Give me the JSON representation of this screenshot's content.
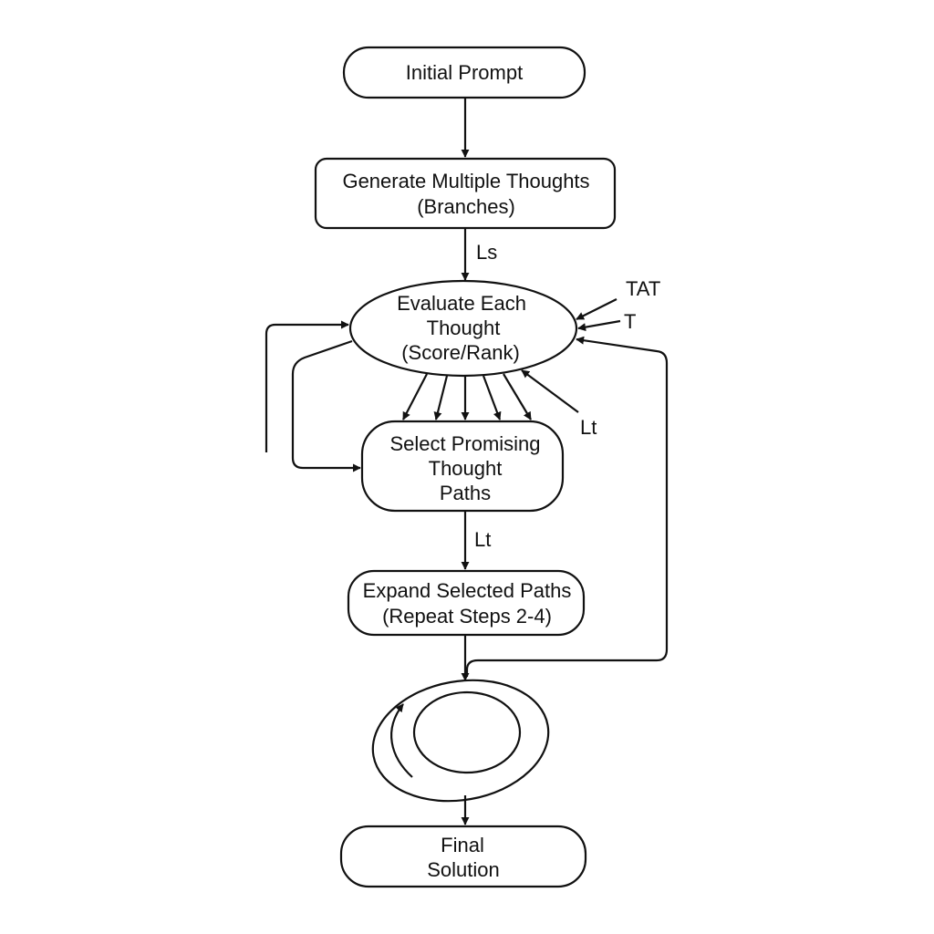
{
  "nodes": {
    "initial_prompt": {
      "line1": "Initial Prompt"
    },
    "generate": {
      "line1": "Generate Multiple Thoughts",
      "line2": "(Branches)"
    },
    "evaluate": {
      "line1": "Evaluate Each",
      "line2": "Thought",
      "line3": "(Score/Rank)"
    },
    "select": {
      "line1": "Select Promising",
      "line2": "Thought",
      "line3": "Paths"
    },
    "expand": {
      "line1": "Expand Selected Paths",
      "line2": "(Repeat Steps 2-4)"
    },
    "final": {
      "line1": "Final",
      "line2": "Solution"
    }
  },
  "edge_labels": {
    "generate_to_evaluate": "Ls",
    "tat": "TAT",
    "t": "T",
    "lt_side": "Lt",
    "select_to_expand": "Lt"
  },
  "colors": {
    "stroke": "#111111",
    "background": "#ffffff"
  }
}
